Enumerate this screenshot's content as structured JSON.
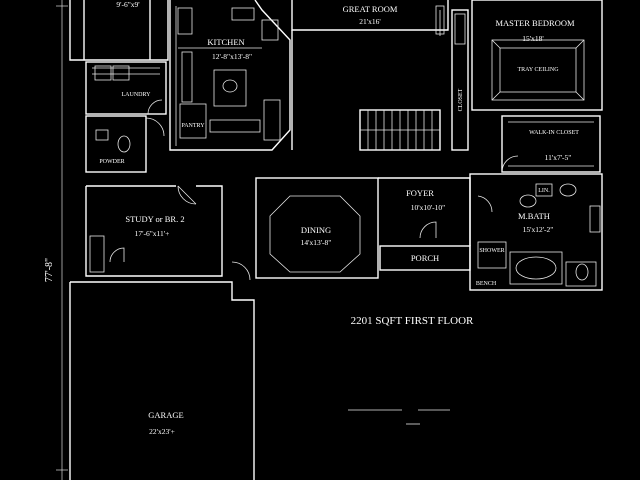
{
  "plan": {
    "title": "2201 SQFT FIRST FLOOR",
    "overall_dimension": "77'-8\"",
    "rooms": {
      "top_left_size": "9'-6\"x9'",
      "great_room": {
        "name": "GREAT ROOM",
        "size": "21'x16'"
      },
      "master_bedroom": {
        "name": "MASTER BEDROOM",
        "size": "15'x18'",
        "note": "TRAY CEILING"
      },
      "kitchen": {
        "name": "KITCHEN",
        "size": "12'-8\"x13'-8\""
      },
      "laundry": {
        "name": "LAUNDRY"
      },
      "powder": {
        "name": "POWDER"
      },
      "pantry": {
        "name": "PANTRY"
      },
      "closet": {
        "name": "CLOSET"
      },
      "walk_in_closet": {
        "name": "WALK-IN CLOSET",
        "size": "11'x7'-5\""
      },
      "study": {
        "name": "STUDY or BR. 2",
        "size": "17'-6\"x11'+"
      },
      "dining": {
        "name": "DINING",
        "size": "14'x13'-8\""
      },
      "foyer": {
        "name": "FOYER",
        "size": "10'x10'-10\""
      },
      "porch": {
        "name": "PORCH"
      },
      "m_bath": {
        "name": "M.BATH",
        "size": "15'x12'-2\""
      },
      "shower": {
        "name": "SHOWER"
      },
      "linen": {
        "name": "LIN."
      },
      "bench": {
        "name": "BENCH"
      },
      "garage": {
        "name": "GARAGE",
        "size": "22'x23'+"
      }
    }
  }
}
